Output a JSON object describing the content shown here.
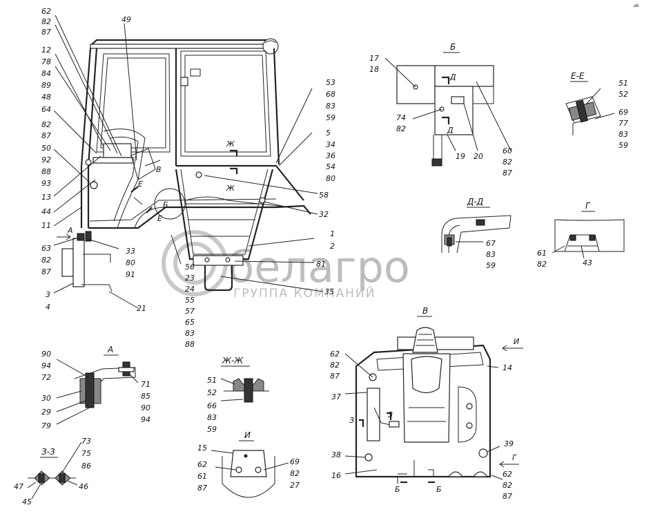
{
  "watermark": {
    "brand": "белагро",
    "subtitle": "ГРУППА КОМПАНИЙ"
  },
  "corner_mark": "ab",
  "section_titles": {
    "A": "А",
    "B": "Б",
    "V": "В",
    "G": "Г",
    "DD": "Д-Д",
    "EE": "Е-Е",
    "ZhZh": "Ж-Ж",
    "ZZ": "З-З",
    "I": "И"
  },
  "callouts": {
    "c62_82_87": [
      "62",
      "82",
      "87"
    ],
    "c49": [
      "49"
    ],
    "c12_78_84_89": [
      "12",
      "78",
      "84",
      "89"
    ],
    "c48": [
      "48"
    ],
    "c64": [
      "64"
    ],
    "c82_87": [
      "82",
      "87"
    ],
    "c50_92_88_93": [
      "50",
      "92",
      "88",
      "93"
    ],
    "c13": [
      "13"
    ],
    "c44": [
      "44"
    ],
    "c11": [
      "11"
    ],
    "c63_82_87": [
      "63",
      "82",
      "87"
    ],
    "c3_4": [
      "3",
      "4"
    ],
    "c33_80_91": [
      "33",
      "80",
      "91"
    ],
    "c21": [
      "21"
    ],
    "c56_etc": [
      "56",
      "23",
      "24",
      "55",
      "57",
      "65",
      "83",
      "88"
    ],
    "c35": [
      "35"
    ],
    "c81": [
      "81"
    ],
    "c1_2": [
      "1",
      "2"
    ],
    "c58": [
      "58"
    ],
    "c32": [
      "32"
    ],
    "c53_68_83_59": [
      "53",
      "68",
      "83",
      "59"
    ],
    "c5_34_36_54_80": [
      "5",
      "34",
      "36",
      "54",
      "80"
    ],
    "c17_18": [
      "17",
      "18"
    ],
    "c74_82": [
      "74",
      "82"
    ],
    "c19": [
      "19"
    ],
    "c20": [
      "20"
    ],
    "c60_82_87": [
      "60",
      "82",
      "87"
    ],
    "c51_52": [
      "51",
      "52"
    ],
    "c69_77_83_59": [
      "69",
      "77",
      "83",
      "59"
    ],
    "c67_83_59": [
      "67",
      "83",
      "59"
    ],
    "c61_82": [
      "61",
      "82"
    ],
    "c43": [
      "43"
    ],
    "c90_94_72": [
      "90",
      "94",
      "72"
    ],
    "c30": [
      "30"
    ],
    "c29": [
      "29"
    ],
    "c79": [
      "79"
    ],
    "c71_85_90_94": [
      "71",
      "85",
      "90",
      "94"
    ],
    "c51_52_zh": [
      "51",
      "52"
    ],
    "c66_83_59": [
      "66",
      "83",
      "59"
    ],
    "c73_75_86": [
      "73",
      "75",
      "86"
    ],
    "c47": [
      "47"
    ],
    "c45": [
      "45"
    ],
    "c46": [
      "46"
    ],
    "c15": [
      "15"
    ],
    "c62_61_87": [
      "62",
      "61",
      "87"
    ],
    "c69_82_27": [
      "69",
      "82",
      "27"
    ],
    "c62_82_87_v": [
      "62",
      "82",
      "87"
    ],
    "c37": [
      "37"
    ],
    "c14": [
      "14"
    ],
    "c38": [
      "38"
    ],
    "c39": [
      "39"
    ],
    "c16": [
      "16"
    ],
    "c62_82_87_vr": [
      "62",
      "82",
      "87"
    ]
  },
  "view_marks": {
    "arrow_A": "А",
    "V_arrow": "В",
    "E_left": "Е",
    "E_bottom": "Е",
    "B_circle": "Б",
    "Zh_top": "Ж",
    "Zh_bottom": "Ж",
    "D_top": "Д",
    "D_bottom": "Д",
    "I_arrow": "И",
    "G_arrow": "Г",
    "Z_left": "З",
    "Z_right": "З",
    "B_bottom_left": "Б",
    "B_bottom_right": "Б"
  }
}
